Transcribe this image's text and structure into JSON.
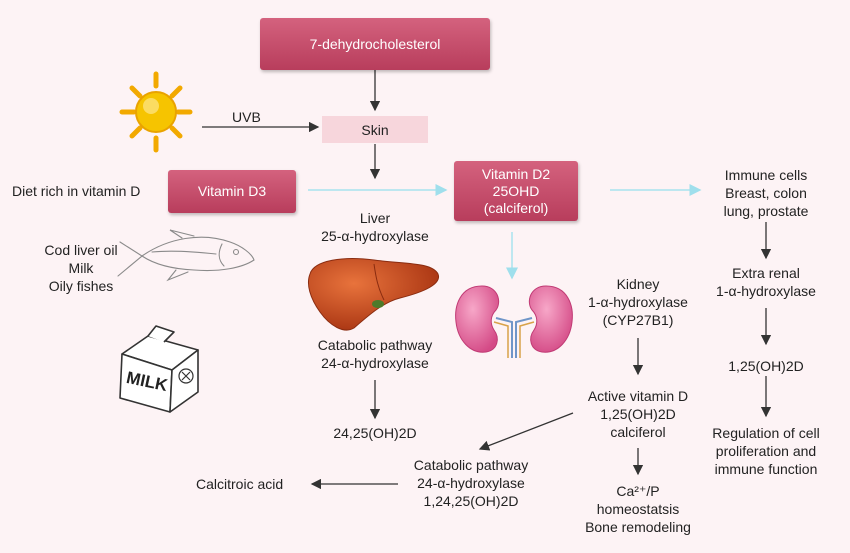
{
  "boxes": {
    "dehydro": "7-dehydrocholesterol",
    "skin": "Skin",
    "vitd3": "Vitamin D3",
    "vitd2": [
      "Vitamin D2",
      "25OHD",
      "(calciferol)"
    ]
  },
  "labels": {
    "uvb": "UVB",
    "diet": "Diet rich in vitamin D",
    "foods": [
      "Cod liver oil",
      "Milk",
      "Oily fishes"
    ],
    "liver": [
      "Liver",
      "25-α-hydroxylase"
    ],
    "catabolic1": [
      "Catabolic pathway",
      "24-α-hydroxylase"
    ],
    "metab2425": "24,25(OH)2D",
    "catabolic2": [
      "Catabolic pathway",
      "24-α-hydroxylase",
      "1,24,25(OH)2D"
    ],
    "calcitroic": "Calcitroic acid",
    "kidney": [
      "Kidney",
      "1-α-hydroxylase",
      "(CYP27B1)"
    ],
    "active": [
      "Active vitamin D",
      "1,25(OH)2D",
      "calciferol"
    ],
    "ca": [
      "Ca²⁺/P",
      "homeostatsis",
      "Bone remodeling"
    ],
    "immune": [
      "Immune cells",
      "Breast, colon",
      "lung, prostate"
    ],
    "extrarenal": [
      "Extra renal",
      "1-α-hydroxylase"
    ],
    "oh2d": "1,25(OH)2D",
    "regulation": [
      "Regulation of cell",
      "proliferation and",
      "immune function"
    ],
    "milk_carton": "MILK"
  },
  "colors": {
    "box": "#c24a67",
    "skin": "#f7d6dc",
    "arrow": "#333333",
    "light_arrow": "#a8e3ef",
    "sun": "#f5b800",
    "liver": "#c9431f",
    "kidney": "#e86aa0"
  },
  "icons": [
    "sun-icon",
    "fish-icon",
    "milk-carton-icon",
    "liver-icon",
    "kidneys-icon"
  ]
}
